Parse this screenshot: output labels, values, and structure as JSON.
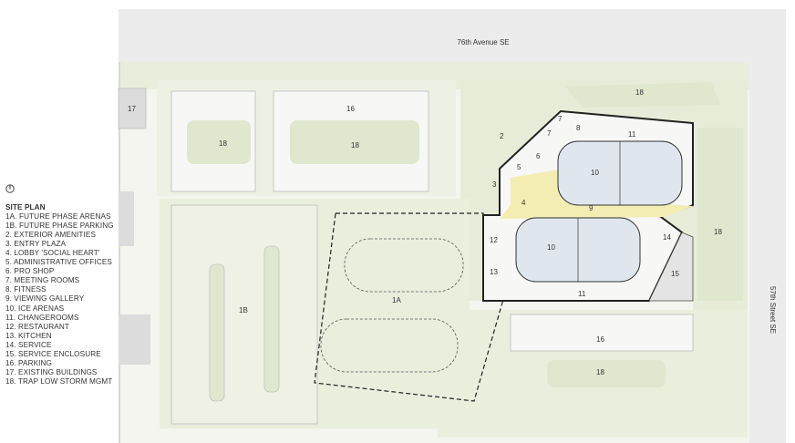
{
  "roads": {
    "north": "76th Avenue SE",
    "east": "57th Street SE"
  },
  "legend": {
    "title": "SITE PLAN",
    "items": [
      "1A. FUTURE PHASE ARENAS",
      "1B. FUTURE PHASE PARKING",
      "2. EXTERIOR AMENITIES",
      "3. ENTRY PLAZA",
      "4. LOBBY 'SOCIAL HEART'",
      "5. ADMINISTRATIVE OFFICES",
      "6. PRO SHOP",
      "7. MEETING ROOMS",
      "8. FITNESS",
      "9. VIEWING GALLERY",
      "10. ICE ARENAS",
      "11. CHANGEROOMS",
      "12. RESTAURANT",
      "13. KITCHEN",
      "14. SERVICE",
      "15. SERVICE ENCLOSURE",
      "16. PARKING",
      "17. EXISTING BUILDINGS",
      "18. TRAP LOW STORM MGMT"
    ]
  },
  "map_labels": {
    "l1a": "1A",
    "l1b": "1B",
    "l2": "2",
    "l3": "3",
    "l4": "4",
    "l5": "5",
    "l6": "6",
    "l7a": "7",
    "l7b": "7",
    "l8": "8",
    "l9": "9",
    "l10a": "10",
    "l10b": "10",
    "l11a": "11",
    "l11b": "11",
    "l12": "12",
    "l13": "13",
    "l14": "14",
    "l15": "15",
    "l16a": "16",
    "l16b": "16",
    "l17": "17",
    "l18a": "18",
    "l18b": "18",
    "l18c": "18",
    "l18d": "18",
    "l18e": "18"
  },
  "colors": {
    "road": "#ececec",
    "grass": "#e6ecd9",
    "ice": "#dfe6ee",
    "lobby": "#f3edb4",
    "building_line": "#222222"
  }
}
